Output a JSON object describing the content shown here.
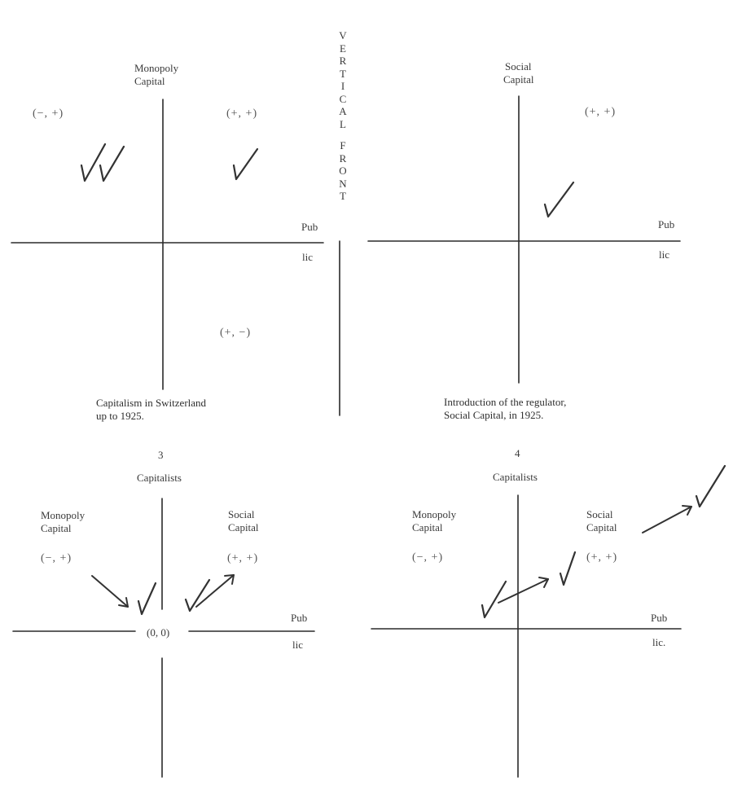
{
  "vertical_front": {
    "letters_top": [
      "V",
      "E",
      "R",
      "T",
      "I",
      "C",
      "A",
      "L"
    ],
    "letters_bottom": [
      "F",
      "R",
      "O",
      "N",
      "T"
    ]
  },
  "panel1": {
    "axis_title": "Monopoly\nCapital",
    "axis_title_line1": "Monopoly",
    "axis_title_line2": "Capital",
    "coord_tl": "(−, +)",
    "coord_tr": "(+, +)",
    "coord_br": "(+, −)",
    "pub": "Pub",
    "lic": "lic",
    "caption_line1": "Capitalism in Switzerland",
    "caption_line2": "up to 1925."
  },
  "panel2": {
    "axis_title_line1": "Social",
    "axis_title_line2": "Capital",
    "coord_tr": "(+, +)",
    "pub": "Pub",
    "lic": "lic",
    "caption_line1": "Introduction of the regulator,",
    "caption_line2": "Social Capital, in 1925."
  },
  "panel3": {
    "number": "3",
    "axis_title": "Capitalists",
    "left_title_line1": "Monopoly",
    "left_title_line2": "Capital",
    "right_title_line1": "Social",
    "right_title_line2": "Capital",
    "coord_tl": "(−, +)",
    "coord_tr": "(+, +)",
    "origin": "(0, 0)",
    "pub": "Pub",
    "lic": "lic"
  },
  "panel4": {
    "number": "4",
    "axis_title": "Capitalists",
    "left_title_line1": "Monopoly",
    "left_title_line2": "Capital",
    "right_title_line1": "Social",
    "right_title_line2": "Capital",
    "coord_tl": "(−, +)",
    "coord_tr": "(+, +)",
    "pub": "Pub",
    "lic": "lic."
  }
}
